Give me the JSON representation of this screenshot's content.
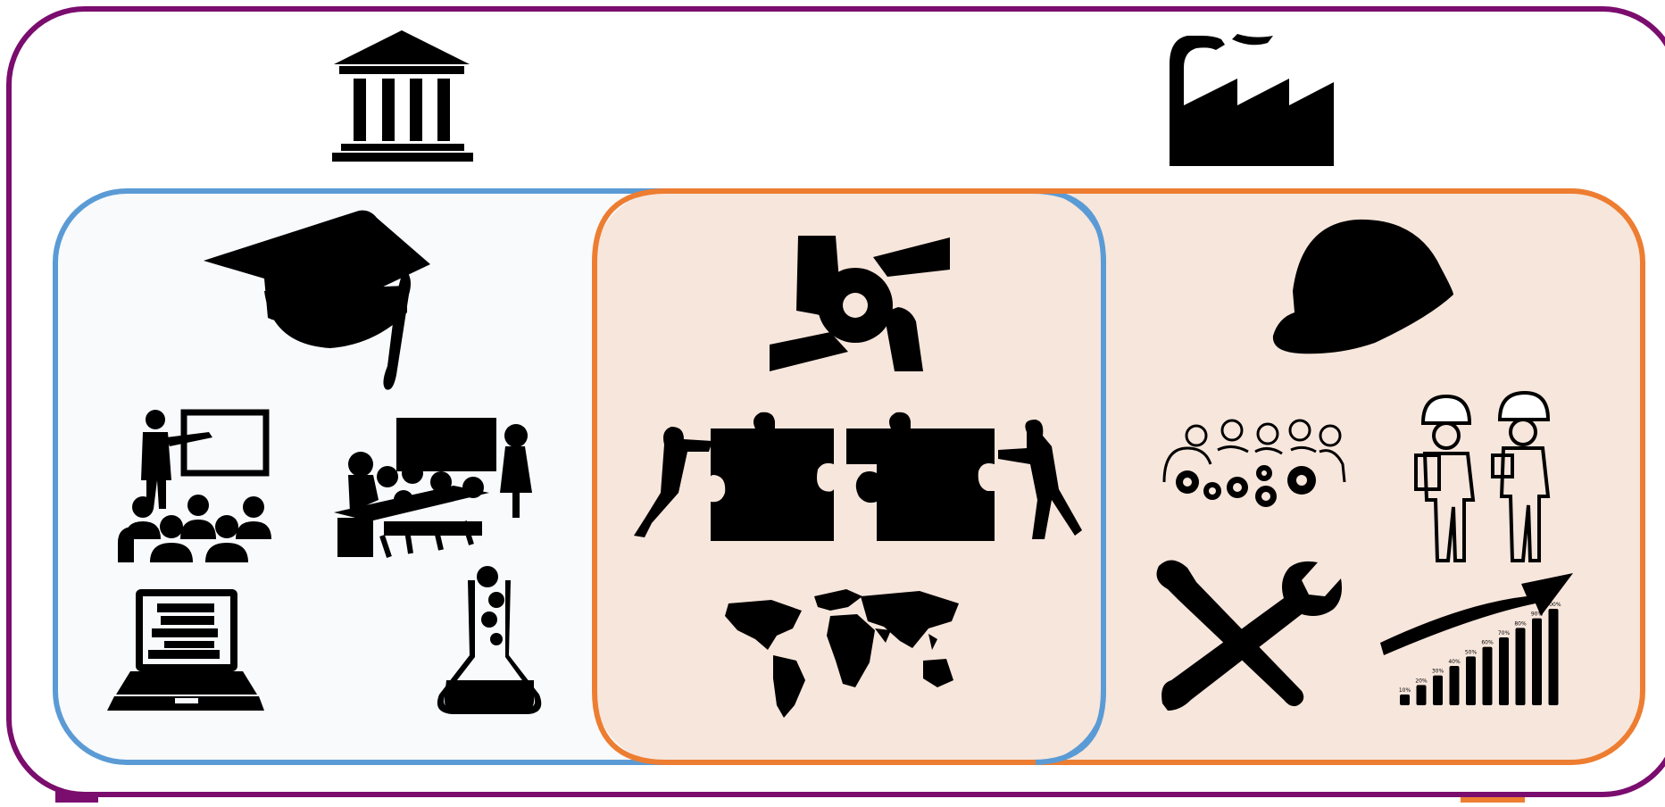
{
  "diagram": {
    "outer_frame": {
      "color": "#7a0d6e"
    },
    "academia_region": {
      "color": "#5b9bd5",
      "fill": "#f8fafc"
    },
    "industry_region": {
      "color": "#ed7d31",
      "fill": "#f7e6dc"
    },
    "groups": {
      "top": [
        "bank-building-icon",
        "factory-icon"
      ],
      "academia": [
        "graduation-cap-icon",
        "teacher-lecture-icon",
        "classroom-icon",
        "laptop-books-icon",
        "chemistry-flask-icon"
      ],
      "collaboration": [
        "handshake-circle-icon",
        "puzzle-pieces-icon",
        "world-map-icon"
      ],
      "industry": [
        "hard-hat-icon",
        "team-gears-icon",
        "engineers-icon",
        "tools-icon",
        "growth-chart-icon"
      ]
    },
    "growth_chart_labels": [
      "10%",
      "20%",
      "30%",
      "40%",
      "50%",
      "60%",
      "70%",
      "80%",
      "90%",
      "100%"
    ]
  }
}
